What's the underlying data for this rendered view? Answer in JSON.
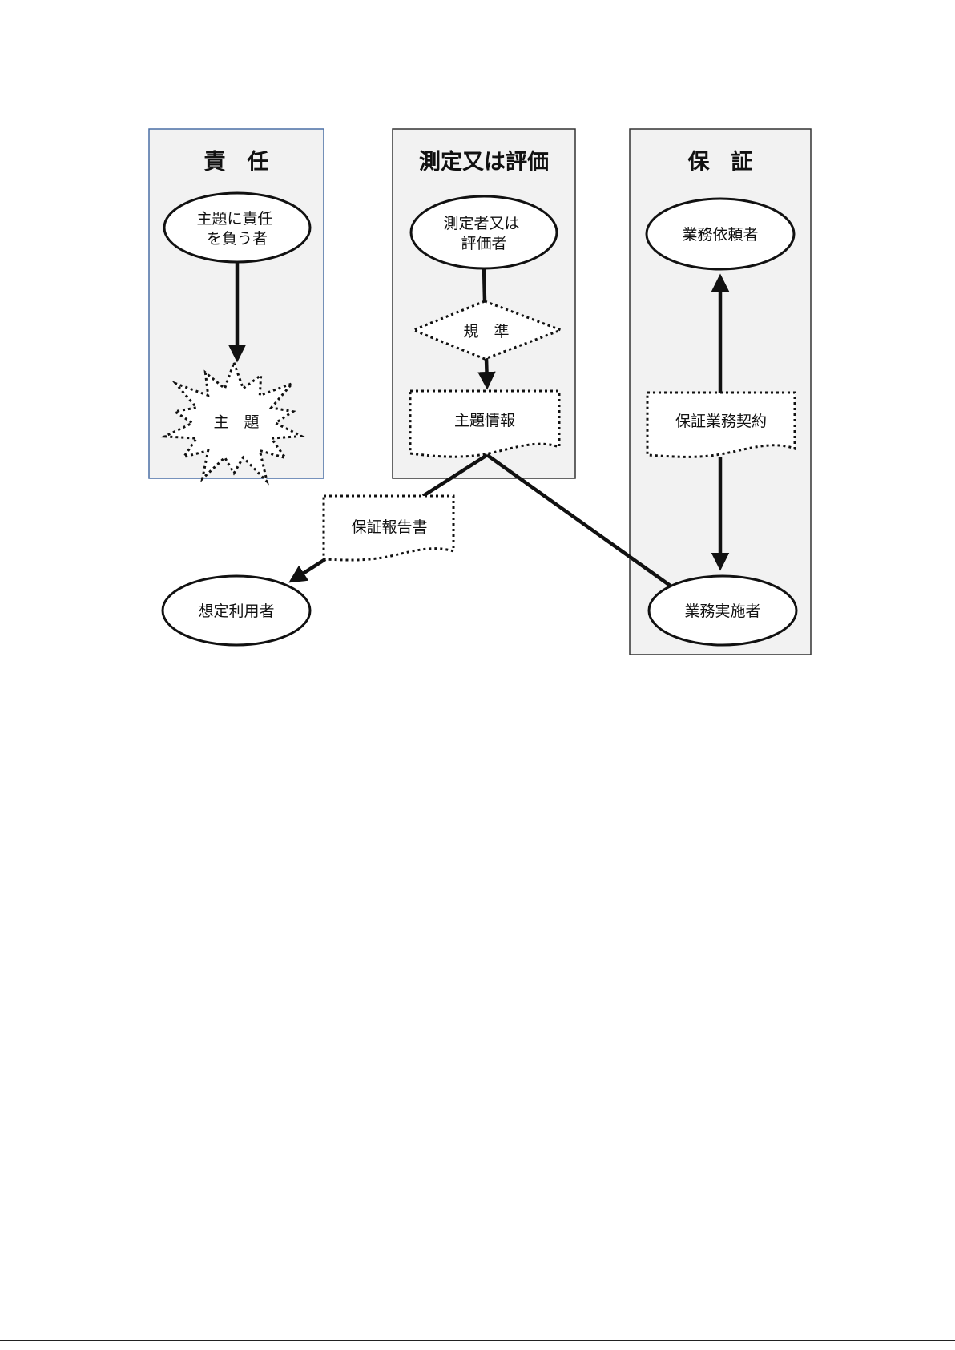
{
  "panels": {
    "responsibility": {
      "title": "責　任"
    },
    "measurement": {
      "title": "測定又は評価"
    },
    "assurance": {
      "title": "保　証"
    }
  },
  "nodes": {
    "responsible_party": {
      "lines": [
        "主題に責任",
        "を負う者"
      ]
    },
    "subject_matter": {
      "label": "主　題"
    },
    "measurer": {
      "lines": [
        "測定者又は",
        "評価者"
      ]
    },
    "criteria": {
      "label": "規　準"
    },
    "subject_info": {
      "label": "主題情報"
    },
    "engaging_party": {
      "label": "業務依頼者"
    },
    "engagement_contract": {
      "label": "保証業務契約"
    },
    "practitioner": {
      "label": "業務実施者"
    },
    "assurance_report": {
      "label": "保証報告書"
    },
    "intended_users": {
      "label": "想定利用者"
    }
  },
  "colors": {
    "panel_fill": "#f2f2f2",
    "panel_border_blue": "#4a6fa5",
    "panel_border_dark": "#333333",
    "line": "#111111"
  }
}
